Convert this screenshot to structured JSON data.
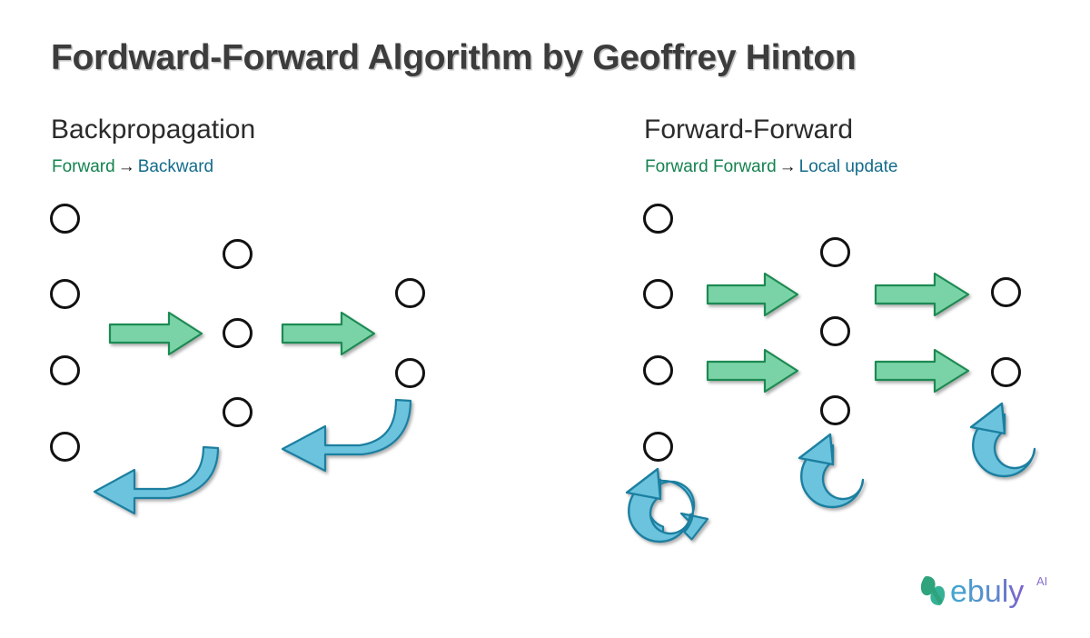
{
  "slide": {
    "title": "Fordward-Forward Algorithm by Geoffrey Hinton",
    "background_color": "#ffffff",
    "title_color": "#3c3c3c"
  },
  "panels": [
    {
      "id": "backpropagation",
      "title": "Backpropagation",
      "subtitle": {
        "first": "Forward",
        "arrow": "→",
        "second": "Backward",
        "first_color": "#14824f",
        "second_color": "#136b8a"
      },
      "layers": [
        {
          "name": "input-layer",
          "node_count": 4
        },
        {
          "name": "hidden-layer",
          "node_count": 3
        },
        {
          "name": "output-layer",
          "node_count": 2
        }
      ],
      "forward_arrows": 2,
      "backward_arrows": 2,
      "local_update_loops": 0
    },
    {
      "id": "forward-forward",
      "title": "Forward-Forward",
      "subtitle": {
        "first": "Forward Forward",
        "arrow": "→",
        "second": "Local update",
        "first_color": "#14824f",
        "second_color": "#136b8a"
      },
      "layers": [
        {
          "name": "input-layer",
          "node_count": 4
        },
        {
          "name": "hidden-layer",
          "node_count": 3
        },
        {
          "name": "output-layer",
          "node_count": 2
        }
      ],
      "forward_arrows": 4,
      "backward_arrows": 0,
      "local_update_loops": 3
    }
  ],
  "colors": {
    "node_stroke": "#111111",
    "node_fill": "#ffffff",
    "forward_arrow_fill": "#7ad3a6",
    "forward_arrow_stroke": "#1f8a52",
    "backward_arrow_fill": "#6cc3dd",
    "backward_arrow_stroke": "#1b7fa0",
    "loop_arrow_fill": "#6cc3dd",
    "loop_arrow_stroke": "#1b7fa0"
  },
  "logo": {
    "name": "Nebuly",
    "wordmark": "ebuly",
    "superscript": "AI",
    "mark_color_start": "#2fa37c",
    "mark_color_end": "#39b5a0",
    "word_color_start": "#3fa9cf",
    "word_color_end": "#7b62c9",
    "superscript_color": "#8a6fd0"
  }
}
